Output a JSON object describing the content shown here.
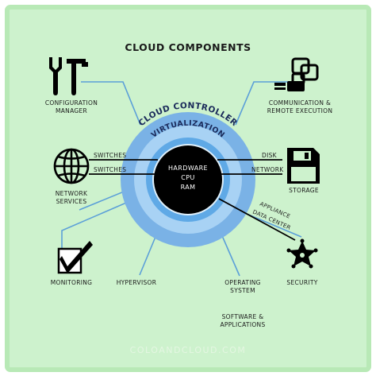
{
  "title": "CLOUD COMPONENTS",
  "watermark": "COLOANDCLOUD.COM",
  "rings": {
    "outer_label": "CLOUD CONTROLLER",
    "middle_label": "VIRTUALIZATION",
    "core_lines": [
      "HARDWARE",
      "CPU",
      "RAM"
    ]
  },
  "components": {
    "configuration_manager": [
      "CONFIGURATION",
      "MANAGER"
    ],
    "communication": [
      "COMMUNICATION &",
      "REMOTE EXECUTION"
    ],
    "network_services": [
      "NETWORK",
      "SERVICES"
    ],
    "storage": "STORAGE",
    "monitoring": "MONITORING",
    "hypervisor": "HYPERVISOR",
    "operating_system": [
      "OPERATING",
      "SYSTEM"
    ],
    "software": [
      "SOFTWARE &",
      "APPLICATIONS"
    ],
    "security": "SECURITY"
  },
  "connectors": {
    "switches_1": "SWITCHES",
    "switches_2": "SWITCHES",
    "disk": "DISK",
    "network": "NETWORK",
    "appliance": "APPLIANCE",
    "data_center": "DATA CENTER"
  },
  "colors": {
    "panel_bg": "#cdf2cd",
    "panel_border": "#b8e9b6",
    "ring_outer": "#7ab2e6",
    "ring_middle": "#a8d2f4",
    "ring_inner": "#5fa9e6",
    "core": "#000000",
    "connector_line": "#5b9fd8"
  }
}
